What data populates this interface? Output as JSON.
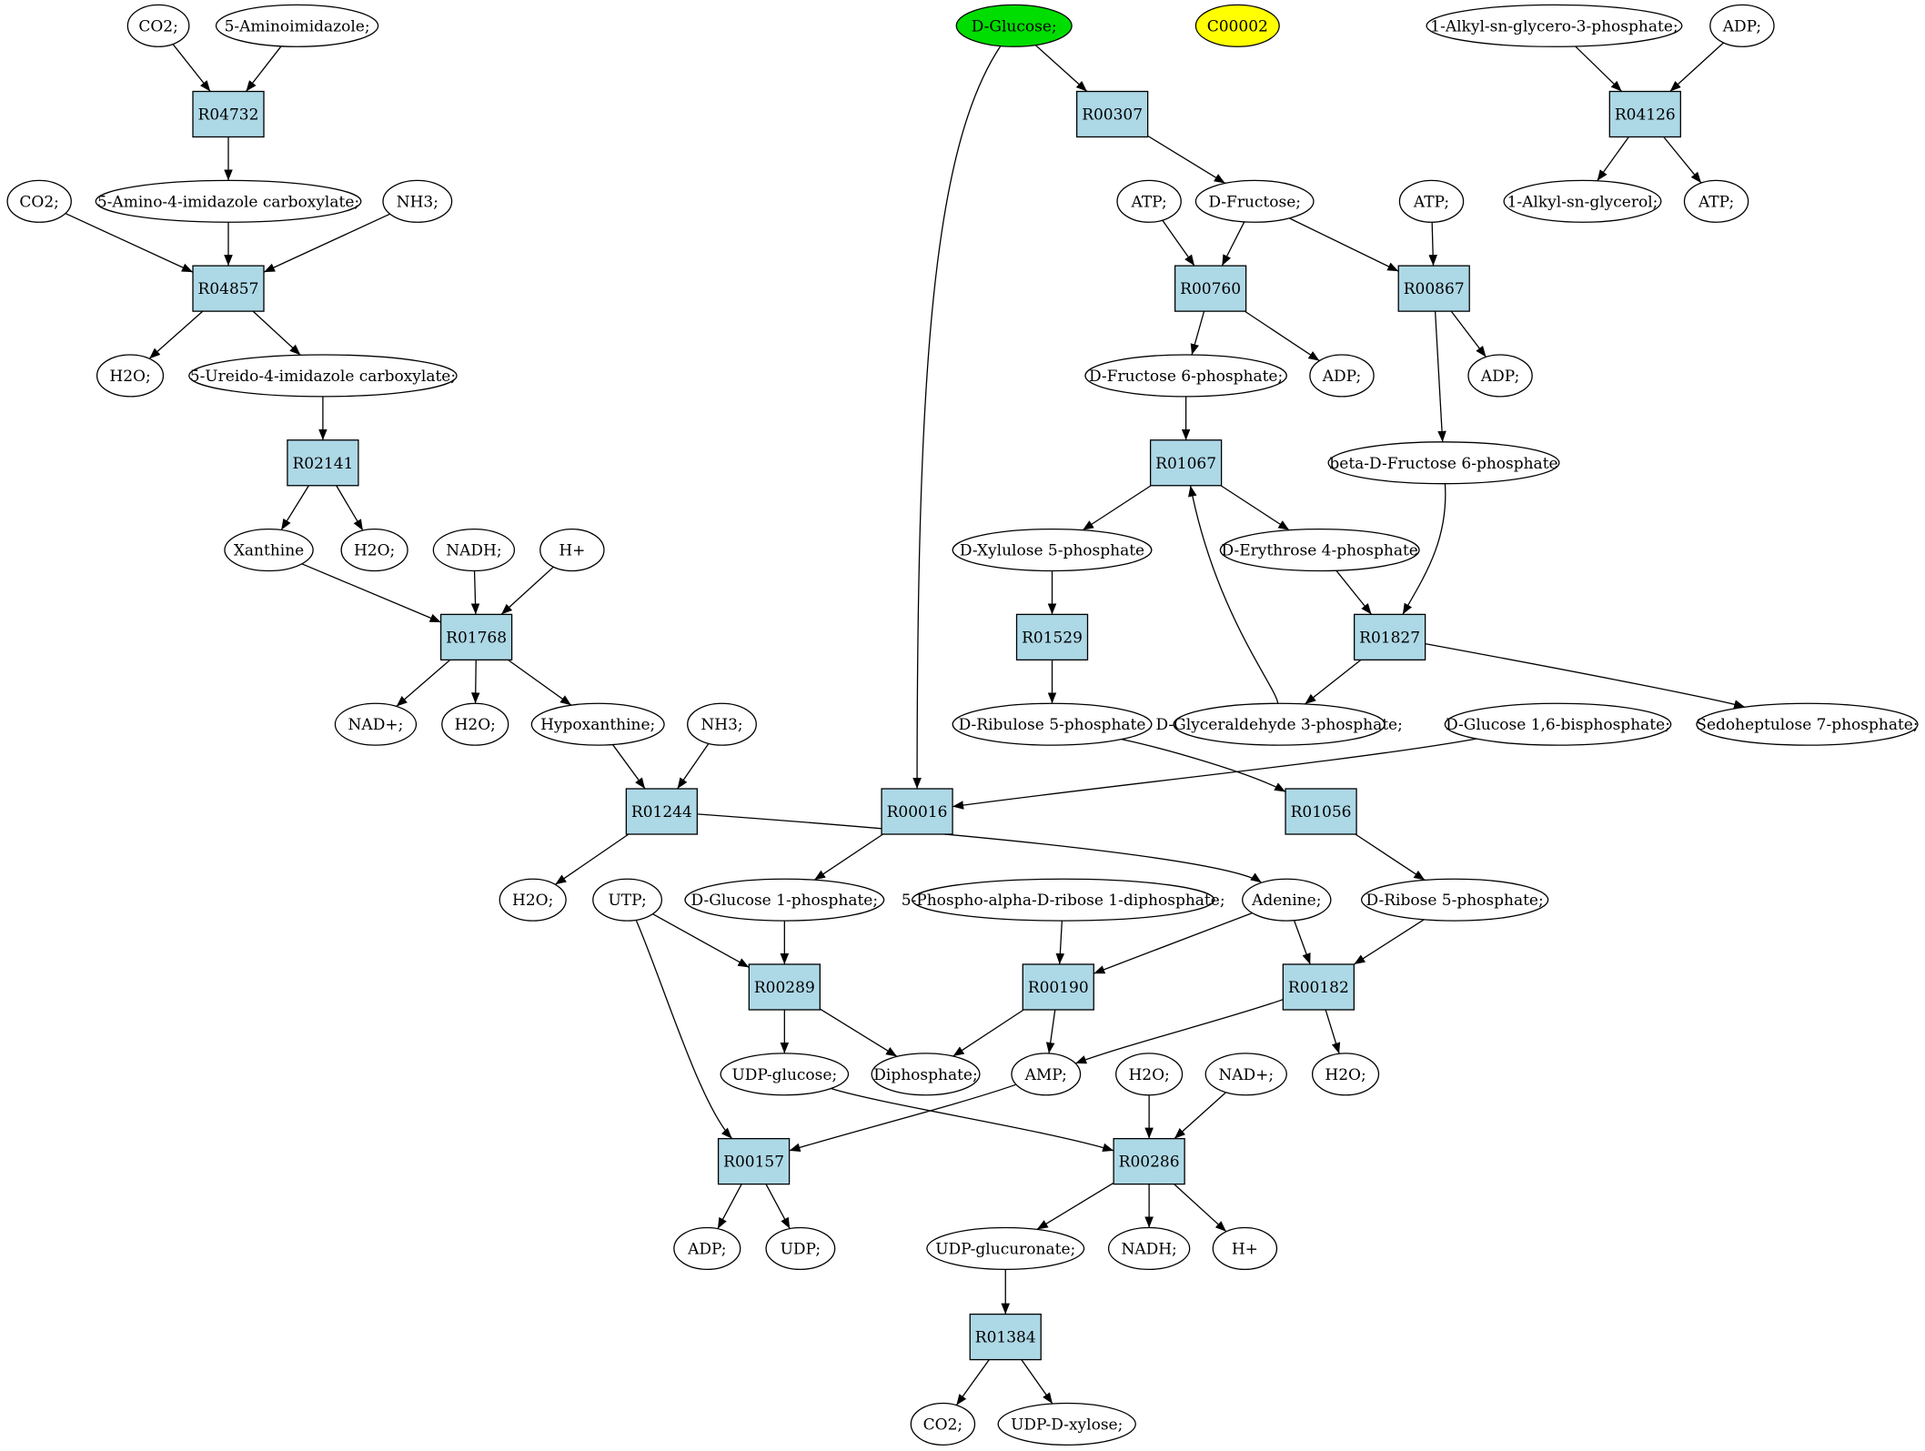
{
  "colors": {
    "reaction": "#add8e6",
    "compound": "#ffffff",
    "start_compound": "#00dd00",
    "target_compound": "#ffff00",
    "stroke": "#000000"
  },
  "compounds": [
    {
      "id": "co2_a",
      "label": "CO2;"
    },
    {
      "id": "aminoimidazole",
      "label": "5-Aminoimidazole;"
    },
    {
      "id": "glucose",
      "label": "D-Glucose;",
      "fill": "start"
    },
    {
      "id": "c00002",
      "label": "C00002",
      "fill": "target"
    },
    {
      "id": "alkylglycerophosphate",
      "label": "1-Alkyl-sn-glycero-3-phosphate;"
    },
    {
      "id": "adp_a",
      "label": "ADP;"
    },
    {
      "id": "aicarboxylate",
      "label": "5-Amino-4-imidazole carboxylate;"
    },
    {
      "id": "co2_b",
      "label": "CO2;"
    },
    {
      "id": "nh3_a",
      "label": "NH3;"
    },
    {
      "id": "atp_a",
      "label": "ATP;"
    },
    {
      "id": "fructose",
      "label": "D-Fructose;"
    },
    {
      "id": "atp_b",
      "label": "ATP;"
    },
    {
      "id": "alkylglycerol",
      "label": "1-Alkyl-sn-glycerol;"
    },
    {
      "id": "atp_c",
      "label": "ATP;"
    },
    {
      "id": "h2o_a",
      "label": "H2O;"
    },
    {
      "id": "ureido",
      "label": "5-Ureido-4-imidazole carboxylate;"
    },
    {
      "id": "f6p",
      "label": "D-Fructose 6-phosphate;"
    },
    {
      "id": "adp_b",
      "label": "ADP;"
    },
    {
      "id": "adp_c",
      "label": "ADP;"
    },
    {
      "id": "bf6p",
      "label": "beta-D-Fructose 6-phosphate"
    },
    {
      "id": "xanthine",
      "label": "Xanthine"
    },
    {
      "id": "h2o_b",
      "label": "H2O;"
    },
    {
      "id": "nadh_a",
      "label": "NADH;"
    },
    {
      "id": "hplus_a",
      "label": "H+"
    },
    {
      "id": "x5p",
      "label": "D-Xylulose 5-phosphate"
    },
    {
      "id": "e4p",
      "label": "D-Erythrose 4-phosphate"
    },
    {
      "id": "nadplus_a",
      "label": "NAD+;"
    },
    {
      "id": "h2o_c",
      "label": "H2O;"
    },
    {
      "id": "hypoxanthine",
      "label": "Hypoxanthine;"
    },
    {
      "id": "nh3_b",
      "label": "NH3;"
    },
    {
      "id": "ru5p",
      "label": "D-Ribulose 5-phosphate"
    },
    {
      "id": "g3p",
      "label": "D-Glyceraldehyde 3-phosphate;"
    },
    {
      "id": "g16bp",
      "label": "D-Glucose 1,6-bisphosphate;"
    },
    {
      "id": "s7p",
      "label": "Sedoheptulose 7-phosphate;"
    },
    {
      "id": "h2o_d",
      "label": "H2O;"
    },
    {
      "id": "utp",
      "label": "UTP;"
    },
    {
      "id": "g1p",
      "label": "D-Glucose 1-phosphate;"
    },
    {
      "id": "prpp",
      "label": "5-Phospho-alpha-D-ribose 1-diphosphate;"
    },
    {
      "id": "adenine",
      "label": "Adenine;"
    },
    {
      "id": "r5p",
      "label": "D-Ribose 5-phosphate;"
    },
    {
      "id": "udpglucose",
      "label": "UDP-glucose;"
    },
    {
      "id": "diphosphate",
      "label": "Diphosphate;"
    },
    {
      "id": "amp",
      "label": "AMP;"
    },
    {
      "id": "h2o_e",
      "label": "H2O;"
    },
    {
      "id": "nadplus_b",
      "label": "NAD+;"
    },
    {
      "id": "h2o_f",
      "label": "H2O;"
    },
    {
      "id": "adp_d",
      "label": "ADP;"
    },
    {
      "id": "udp",
      "label": "UDP;"
    },
    {
      "id": "udpglucuronate",
      "label": "UDP-glucuronate;"
    },
    {
      "id": "nadh_b",
      "label": "NADH;"
    },
    {
      "id": "hplus_b",
      "label": "H+"
    },
    {
      "id": "co2_c",
      "label": "CO2;"
    },
    {
      "id": "udpxylose",
      "label": "UDP-D-xylose;"
    }
  ],
  "reactions": [
    {
      "id": "R04732",
      "label": "R04732"
    },
    {
      "id": "R00307",
      "label": "R00307"
    },
    {
      "id": "R04126",
      "label": "R04126"
    },
    {
      "id": "R04857",
      "label": "R04857"
    },
    {
      "id": "R00760",
      "label": "R00760"
    },
    {
      "id": "R00867",
      "label": "R00867"
    },
    {
      "id": "R02141",
      "label": "R02141"
    },
    {
      "id": "R01067",
      "label": "R01067"
    },
    {
      "id": "R01768",
      "label": "R01768"
    },
    {
      "id": "R01529",
      "label": "R01529"
    },
    {
      "id": "R01827",
      "label": "R01827"
    },
    {
      "id": "R01244",
      "label": "R01244"
    },
    {
      "id": "R00016",
      "label": "R00016"
    },
    {
      "id": "R01056",
      "label": "R01056"
    },
    {
      "id": "R00289",
      "label": "R00289"
    },
    {
      "id": "R00190",
      "label": "R00190"
    },
    {
      "id": "R00182",
      "label": "R00182"
    },
    {
      "id": "R00157",
      "label": "R00157"
    },
    {
      "id": "R00286",
      "label": "R00286"
    },
    {
      "id": "R01384",
      "label": "R01384"
    }
  ],
  "edges": [
    [
      "co2_a",
      "R04732"
    ],
    [
      "aminoimidazole",
      "R04732"
    ],
    [
      "R04732",
      "aicarboxylate"
    ],
    [
      "co2_b",
      "R04857"
    ],
    [
      "aicarboxylate",
      "R04857"
    ],
    [
      "nh3_a",
      "R04857"
    ],
    [
      "R04857",
      "h2o_a"
    ],
    [
      "R04857",
      "ureido"
    ],
    [
      "ureido",
      "R02141"
    ],
    [
      "R02141",
      "xanthine"
    ],
    [
      "R02141",
      "h2o_b"
    ],
    [
      "xanthine",
      "R01768"
    ],
    [
      "nadh_a",
      "R01768"
    ],
    [
      "hplus_a",
      "R01768"
    ],
    [
      "R01768",
      "nadplus_a"
    ],
    [
      "R01768",
      "h2o_c"
    ],
    [
      "R01768",
      "hypoxanthine"
    ],
    [
      "hypoxanthine",
      "R01244"
    ],
    [
      "nh3_b",
      "R01244"
    ],
    [
      "R01244",
      "h2o_d"
    ],
    [
      "R01244",
      "adenine"
    ],
    [
      "glucose",
      "R00307"
    ],
    [
      "glucose",
      "R00016"
    ],
    [
      "R00307",
      "fructose"
    ],
    [
      "alkylglycerophosphate",
      "R04126"
    ],
    [
      "adp_a",
      "R04126"
    ],
    [
      "R04126",
      "alkylglycerol"
    ],
    [
      "R04126",
      "atp_c"
    ],
    [
      "atp_a",
      "R00760"
    ],
    [
      "fructose",
      "R00760"
    ],
    [
      "fructose",
      "R00867"
    ],
    [
      "atp_b",
      "R00867"
    ],
    [
      "R00760",
      "f6p"
    ],
    [
      "R00760",
      "adp_b"
    ],
    [
      "R00867",
      "adp_c"
    ],
    [
      "R00867",
      "bf6p"
    ],
    [
      "f6p",
      "R01067"
    ],
    [
      "R01067",
      "x5p"
    ],
    [
      "R01067",
      "e4p"
    ],
    [
      "g3p",
      "R01067"
    ],
    [
      "x5p",
      "R01529"
    ],
    [
      "R01529",
      "ru5p"
    ],
    [
      "e4p",
      "R01827"
    ],
    [
      "bf6p",
      "R01827"
    ],
    [
      "R01827",
      "g3p"
    ],
    [
      "R01827",
      "s7p"
    ],
    [
      "g16bp",
      "R00016"
    ],
    [
      "R00016",
      "g1p"
    ],
    [
      "ru5p",
      "R01056"
    ],
    [
      "R01056",
      "r5p"
    ],
    [
      "utp",
      "R00289"
    ],
    [
      "g1p",
      "R00289"
    ],
    [
      "R00289",
      "udpglucose"
    ],
    [
      "R00289",
      "diphosphate"
    ],
    [
      "prpp",
      "R00190"
    ],
    [
      "adenine",
      "R00190"
    ],
    [
      "R00190",
      "diphosphate"
    ],
    [
      "R00190",
      "amp"
    ],
    [
      "adenine",
      "R00182"
    ],
    [
      "r5p",
      "R00182"
    ],
    [
      "R00182",
      "amp"
    ],
    [
      "R00182",
      "h2o_f"
    ],
    [
      "utp",
      "R00157"
    ],
    [
      "amp",
      "R00157"
    ],
    [
      "R00157",
      "adp_d"
    ],
    [
      "R00157",
      "udp"
    ],
    [
      "udpglucose",
      "R00286"
    ],
    [
      "h2o_e",
      "R00286"
    ],
    [
      "nadplus_b",
      "R00286"
    ],
    [
      "R00286",
      "udpglucuronate"
    ],
    [
      "R00286",
      "nadh_b"
    ],
    [
      "R00286",
      "hplus_b"
    ],
    [
      "udpglucuronate",
      "R01384"
    ],
    [
      "R01384",
      "co2_c"
    ],
    [
      "R01384",
      "udpxylose"
    ]
  ]
}
